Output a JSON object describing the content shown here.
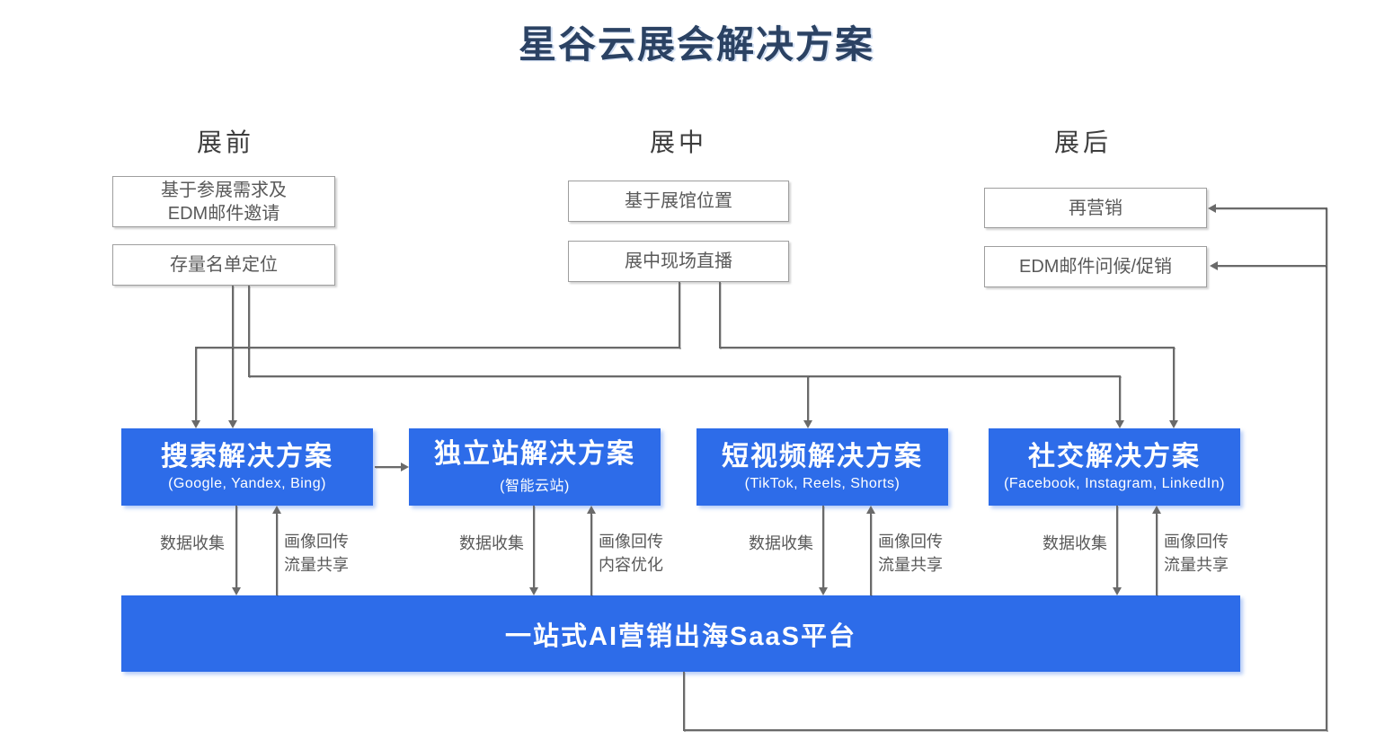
{
  "title": "星谷云展会解决方案",
  "colors": {
    "accent_blue": "#2d6ce9",
    "title_navy": "#2b4263",
    "line_gray": "#6a6a6a",
    "box_border": "#9e9e9e",
    "box_text_gray": "#595959"
  },
  "phases": [
    {
      "label": "展前"
    },
    {
      "label": "展中"
    },
    {
      "label": "展后"
    }
  ],
  "boxes": {
    "pre_1_line1": "基于参展需求及",
    "pre_1_line2": "EDM邮件邀请",
    "pre_2": "存量名单定位",
    "mid_1": "基于展馆位置",
    "mid_2": "展中现场直播",
    "post_1": "再营销",
    "post_2": "EDM邮件问候/促销"
  },
  "solutions": [
    {
      "title": "搜索解决方案",
      "subtitle": "(Google, Yandex, Bing)"
    },
    {
      "title": "独立站解决方案",
      "subtitle": "(智能云站)"
    },
    {
      "title": "短视频解决方案",
      "subtitle": "(TikTok, Reels, Shorts)"
    },
    {
      "title": "社交解决方案",
      "subtitle": "(Facebook, Instagram, LinkedIn)"
    }
  ],
  "flow_labels": [
    {
      "down": "数据收集",
      "up_line1": "画像回传",
      "up_line2": "流量共享"
    },
    {
      "down": "数据收集",
      "up_line1": "画像回传",
      "up_line2": "内容优化"
    },
    {
      "down": "数据收集",
      "up_line1": "画像回传",
      "up_line2": "流量共享"
    },
    {
      "down": "数据收集",
      "up_line1": "画像回传",
      "up_line2": "流量共享"
    }
  ],
  "platform": {
    "label": "一站式AI营销出海SaaS平台"
  }
}
